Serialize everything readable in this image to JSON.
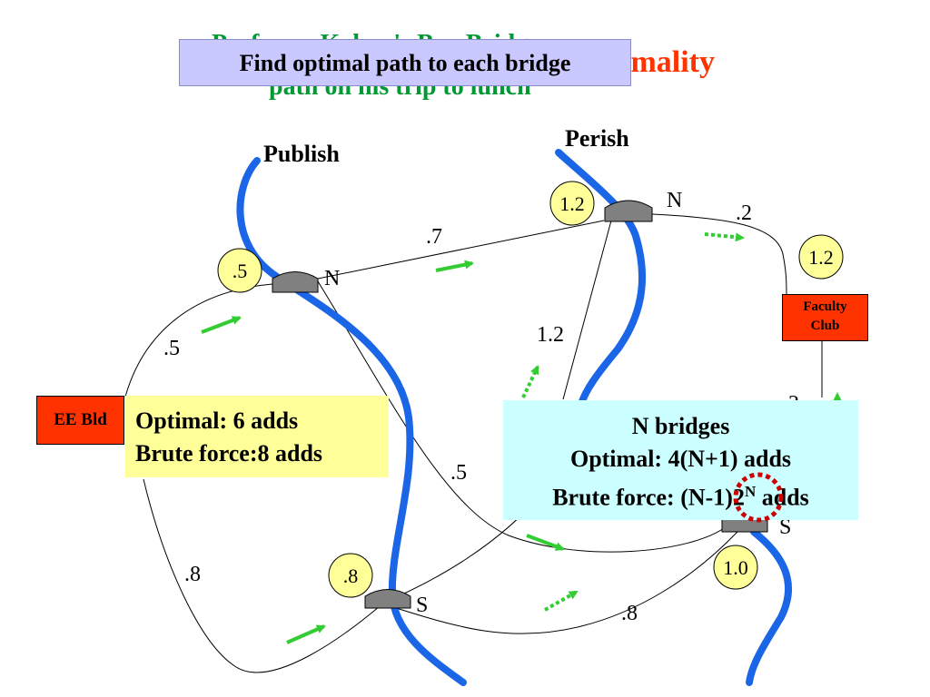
{
  "title": {
    "back_subtitle": "Professor Kahan's Bay Bridge",
    "back_subtitle_line2": "path on his trip to lunch",
    "back_red": "imality"
  },
  "callouts": {
    "find": "Find optimal path to each bridge",
    "optimal_small": [
      "Optimal: 6 adds",
      "Brute force:8 adds"
    ],
    "n_bridges": {
      "line1": "N bridges",
      "line2": "Optimal: 4(N+1) adds",
      "line3_prefix": "Brute force: (N-1)2",
      "line3_sup": "N",
      "line3_suffix": " adds"
    }
  },
  "rivers": {
    "publish": "Publish",
    "perish": "Perish"
  },
  "places": {
    "ee": "EE Bld",
    "faculty": [
      "Faculty",
      "Club"
    ]
  },
  "bridge_labels": {
    "publish_north": "N",
    "publish_south": "S",
    "perish_north": "N",
    "perish_south": "S"
  },
  "costs": {
    "publish_north": ".5",
    "publish_south": ".8",
    "perish_north": "1.2",
    "perish_south": "1.0",
    "faculty": "1.2"
  },
  "edges": {
    "ee_to_pn": ".5",
    "ee_to_ps": ".8",
    "pn_to_qn": ".7",
    "pn_to_qs": ".5",
    "ps_to_qn": "1.2",
    "ps_to_qs": ".8",
    "qn_to_fc": ".2",
    "qs_to_fc": ".2"
  },
  "colors": {
    "river": "#1a66e6",
    "bridge": "#808080",
    "arrow": "#33cc33",
    "title_green": "#009933",
    "title_red": "#ff3300",
    "cost_fill": "#ffff99",
    "highlight": "#cc0000"
  }
}
